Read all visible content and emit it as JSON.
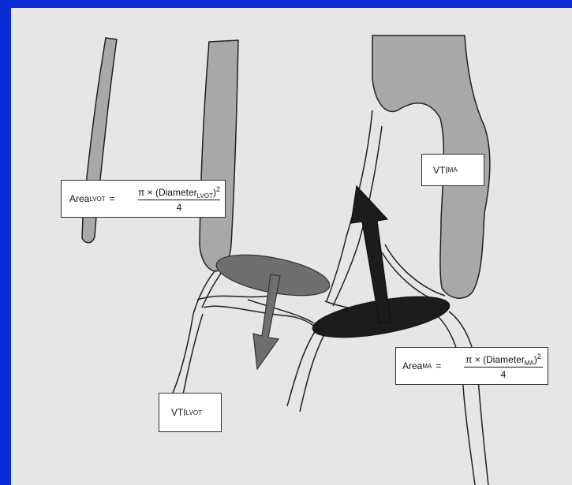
{
  "labels": {
    "area_lvot": {
      "prefix": "Area",
      "sub": "LVOT",
      "equals": "="
    },
    "formula_lvot": {
      "num_prefix": "π × (Diameter",
      "num_sub": "LVOT",
      "num_close": ")",
      "num_sup": "2",
      "den": "4"
    },
    "vti_ma": {
      "prefix": "VTI",
      "sub": "MA"
    },
    "vti_lvot": {
      "prefix": "VTI",
      "sub": "LVOT"
    },
    "area_ma": {
      "prefix": "Area",
      "sub": "MA",
      "equals": "="
    },
    "formula_ma": {
      "num_prefix": "π × (Diameter",
      "num_sub": "MA",
      "num_close": ")",
      "num_sup": "2",
      "den": "4"
    }
  },
  "colors": {
    "frame_border": "#0a2bd6",
    "background": "#e6e6e6",
    "tissue_gray": "#a8a8a8",
    "lvot_ellipse": "#6f6f6f",
    "lvot_arrow": "#6f6f6f",
    "ma_ellipse": "#1c1c1c",
    "ma_arrow": "#1c1c1c"
  }
}
